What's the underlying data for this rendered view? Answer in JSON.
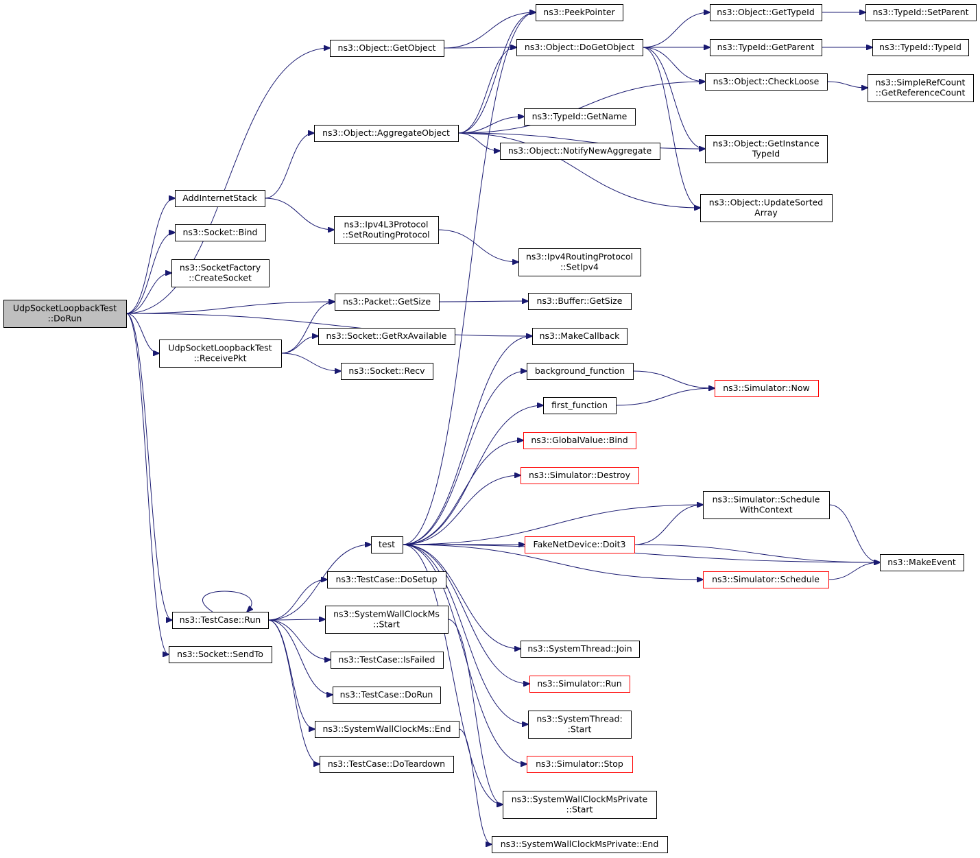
{
  "graph": {
    "focus_node": "n0",
    "colors": {
      "edge": "#191970",
      "node_border": "#000000",
      "truncated_node_border": "#ff0000",
      "focus_fill": "#bfbfbf",
      "node_fill": "#ffffff"
    },
    "nodes": [
      {
        "id": "n0",
        "lines": [
          "UdpSocketLoopbackTest",
          "::DoRun"
        ],
        "kind": "focus"
      },
      {
        "id": "n1",
        "lines": [
          "ns3::Object::GetObject"
        ],
        "kind": "normal"
      },
      {
        "id": "n2",
        "lines": [
          "AddInternetStack"
        ],
        "kind": "normal"
      },
      {
        "id": "n3",
        "lines": [
          "ns3::Socket::Bind"
        ],
        "kind": "normal"
      },
      {
        "id": "n4",
        "lines": [
          "ns3::SocketFactory",
          "::CreateSocket"
        ],
        "kind": "normal"
      },
      {
        "id": "n5",
        "lines": [
          "ns3::Packet::GetSize"
        ],
        "kind": "normal"
      },
      {
        "id": "n6",
        "lines": [
          "UdpSocketLoopbackTest",
          "::ReceivePkt"
        ],
        "kind": "normal"
      },
      {
        "id": "n7",
        "lines": [
          "ns3::MakeCallback"
        ],
        "kind": "normal"
      },
      {
        "id": "n8",
        "lines": [
          "ns3::TestCase::Run"
        ],
        "kind": "normal"
      },
      {
        "id": "n9",
        "lines": [
          "ns3::Socket::SendTo"
        ],
        "kind": "normal"
      },
      {
        "id": "n10",
        "lines": [
          "ns3::PeekPointer"
        ],
        "kind": "normal"
      },
      {
        "id": "n11",
        "lines": [
          "ns3::Object::DoGetObject"
        ],
        "kind": "normal"
      },
      {
        "id": "n12",
        "lines": [
          "ns3::Object::GetTypeId"
        ],
        "kind": "normal"
      },
      {
        "id": "n13",
        "lines": [
          "ns3::TypeId::SetParent"
        ],
        "kind": "normal"
      },
      {
        "id": "n14",
        "lines": [
          "ns3::TypeId::GetParent"
        ],
        "kind": "normal"
      },
      {
        "id": "n15",
        "lines": [
          "ns3::TypeId::TypeId"
        ],
        "kind": "normal"
      },
      {
        "id": "n16",
        "lines": [
          "ns3::Object::CheckLoose"
        ],
        "kind": "normal"
      },
      {
        "id": "n17",
        "lines": [
          "ns3::SimpleRefCount",
          "::GetReferenceCount"
        ],
        "kind": "normal"
      },
      {
        "id": "n18",
        "lines": [
          "ns3::Object::GetInstance",
          "TypeId"
        ],
        "kind": "normal"
      },
      {
        "id": "n19",
        "lines": [
          "ns3::Object::UpdateSorted",
          "Array"
        ],
        "kind": "normal"
      },
      {
        "id": "n20",
        "lines": [
          "ns3::Object::AggregateObject"
        ],
        "kind": "normal"
      },
      {
        "id": "n21",
        "lines": [
          "ns3::TypeId::GetName"
        ],
        "kind": "normal"
      },
      {
        "id": "n22",
        "lines": [
          "ns3::Object::NotifyNewAggregate"
        ],
        "kind": "normal"
      },
      {
        "id": "n23",
        "lines": [
          "ns3::Ipv4L3Protocol",
          "::SetRoutingProtocol"
        ],
        "kind": "normal"
      },
      {
        "id": "n24",
        "lines": [
          "ns3::Ipv4RoutingProtocol",
          "::SetIpv4"
        ],
        "kind": "normal"
      },
      {
        "id": "n25",
        "lines": [
          "ns3::Buffer::GetSize"
        ],
        "kind": "normal"
      },
      {
        "id": "n26",
        "lines": [
          "ns3::Socket::GetRxAvailable"
        ],
        "kind": "normal"
      },
      {
        "id": "n27",
        "lines": [
          "ns3::Socket::Recv"
        ],
        "kind": "normal"
      },
      {
        "id": "n28",
        "lines": [
          "test"
        ],
        "kind": "normal"
      },
      {
        "id": "n29",
        "lines": [
          "ns3::TestCase::DoSetup"
        ],
        "kind": "normal"
      },
      {
        "id": "n30",
        "lines": [
          "ns3::SystemWallClockMs",
          "::Start"
        ],
        "kind": "normal"
      },
      {
        "id": "n31",
        "lines": [
          "ns3::TestCase::IsFailed"
        ],
        "kind": "normal"
      },
      {
        "id": "n32",
        "lines": [
          "ns3::TestCase::DoRun"
        ],
        "kind": "normal"
      },
      {
        "id": "n33",
        "lines": [
          "ns3::SystemWallClockMs::End"
        ],
        "kind": "normal"
      },
      {
        "id": "n34",
        "lines": [
          "ns3::TestCase::DoTeardown"
        ],
        "kind": "normal"
      },
      {
        "id": "n35",
        "lines": [
          "background_function"
        ],
        "kind": "normal"
      },
      {
        "id": "n36",
        "lines": [
          "first_function"
        ],
        "kind": "normal"
      },
      {
        "id": "n37",
        "lines": [
          "ns3::GlobalValue::Bind"
        ],
        "kind": "truncated"
      },
      {
        "id": "n38",
        "lines": [
          "ns3::Simulator::Destroy"
        ],
        "kind": "truncated"
      },
      {
        "id": "n39",
        "lines": [
          "FakeNetDevice::Doit3"
        ],
        "kind": "truncated"
      },
      {
        "id": "n40",
        "lines": [
          "ns3::SystemThread::Join"
        ],
        "kind": "normal"
      },
      {
        "id": "n41",
        "lines": [
          "ns3::Simulator::Run"
        ],
        "kind": "truncated"
      },
      {
        "id": "n42",
        "lines": [
          "ns3::SystemThread:",
          ":Start"
        ],
        "kind": "normal"
      },
      {
        "id": "n43",
        "lines": [
          "ns3::Simulator::Stop"
        ],
        "kind": "truncated"
      },
      {
        "id": "n44",
        "lines": [
          "ns3::SystemWallClockMsPrivate",
          "::Start"
        ],
        "kind": "normal"
      },
      {
        "id": "n45",
        "lines": [
          "ns3::SystemWallClockMsPrivate::End"
        ],
        "kind": "normal"
      },
      {
        "id": "n46",
        "lines": [
          "ns3::Simulator::Now"
        ],
        "kind": "truncated"
      },
      {
        "id": "n47",
        "lines": [
          "ns3::Simulator::Schedule",
          "WithContext"
        ],
        "kind": "normal"
      },
      {
        "id": "n48",
        "lines": [
          "ns3::Simulator::Schedule"
        ],
        "kind": "truncated"
      },
      {
        "id": "n49",
        "lines": [
          "ns3::MakeEvent"
        ],
        "kind": "normal"
      }
    ],
    "edges": [
      {
        "from": "n0",
        "to": "n1"
      },
      {
        "from": "n0",
        "to": "n2"
      },
      {
        "from": "n0",
        "to": "n3"
      },
      {
        "from": "n0",
        "to": "n4"
      },
      {
        "from": "n0",
        "to": "n5"
      },
      {
        "from": "n0",
        "to": "n6"
      },
      {
        "from": "n0",
        "to": "n7"
      },
      {
        "from": "n0",
        "to": "n8"
      },
      {
        "from": "n0",
        "to": "n9"
      },
      {
        "from": "n1",
        "to": "n10"
      },
      {
        "from": "n1",
        "to": "n11"
      },
      {
        "from": "n11",
        "to": "n12"
      },
      {
        "from": "n11",
        "to": "n14"
      },
      {
        "from": "n11",
        "to": "n16"
      },
      {
        "from": "n11",
        "to": "n18"
      },
      {
        "from": "n11",
        "to": "n19"
      },
      {
        "from": "n12",
        "to": "n13"
      },
      {
        "from": "n14",
        "to": "n15"
      },
      {
        "from": "n16",
        "to": "n17"
      },
      {
        "from": "n2",
        "to": "n20"
      },
      {
        "from": "n2",
        "to": "n23"
      },
      {
        "from": "n20",
        "to": "n10"
      },
      {
        "from": "n20",
        "to": "n11"
      },
      {
        "from": "n20",
        "to": "n16"
      },
      {
        "from": "n20",
        "to": "n21"
      },
      {
        "from": "n20",
        "to": "n22"
      },
      {
        "from": "n20",
        "to": "n18"
      },
      {
        "from": "n20",
        "to": "n19"
      },
      {
        "from": "n23",
        "to": "n24"
      },
      {
        "from": "n5",
        "to": "n25"
      },
      {
        "from": "n6",
        "to": "n5"
      },
      {
        "from": "n6",
        "to": "n26"
      },
      {
        "from": "n6",
        "to": "n27"
      },
      {
        "from": "n8",
        "to": "n8"
      },
      {
        "from": "n8",
        "to": "n28"
      },
      {
        "from": "n8",
        "to": "n29"
      },
      {
        "from": "n8",
        "to": "n30"
      },
      {
        "from": "n8",
        "to": "n31"
      },
      {
        "from": "n8",
        "to": "n32"
      },
      {
        "from": "n8",
        "to": "n33"
      },
      {
        "from": "n8",
        "to": "n34"
      },
      {
        "from": "n30",
        "to": "n44"
      },
      {
        "from": "n33",
        "to": "n45"
      },
      {
        "from": "n28",
        "to": "n7"
      },
      {
        "from": "n28",
        "to": "n10"
      },
      {
        "from": "n28",
        "to": "n35"
      },
      {
        "from": "n28",
        "to": "n36"
      },
      {
        "from": "n28",
        "to": "n37"
      },
      {
        "from": "n28",
        "to": "n38"
      },
      {
        "from": "n28",
        "to": "n47"
      },
      {
        "from": "n28",
        "to": "n39"
      },
      {
        "from": "n28",
        "to": "n48"
      },
      {
        "from": "n28",
        "to": "n49"
      },
      {
        "from": "n28",
        "to": "n40"
      },
      {
        "from": "n28",
        "to": "n41"
      },
      {
        "from": "n28",
        "to": "n42"
      },
      {
        "from": "n28",
        "to": "n43"
      },
      {
        "from": "n28",
        "to": "n44"
      },
      {
        "from": "n35",
        "to": "n46"
      },
      {
        "from": "n36",
        "to": "n46"
      },
      {
        "from": "n39",
        "to": "n47"
      },
      {
        "from": "n39",
        "to": "n49"
      },
      {
        "from": "n47",
        "to": "n49"
      },
      {
        "from": "n48",
        "to": "n49"
      }
    ]
  }
}
